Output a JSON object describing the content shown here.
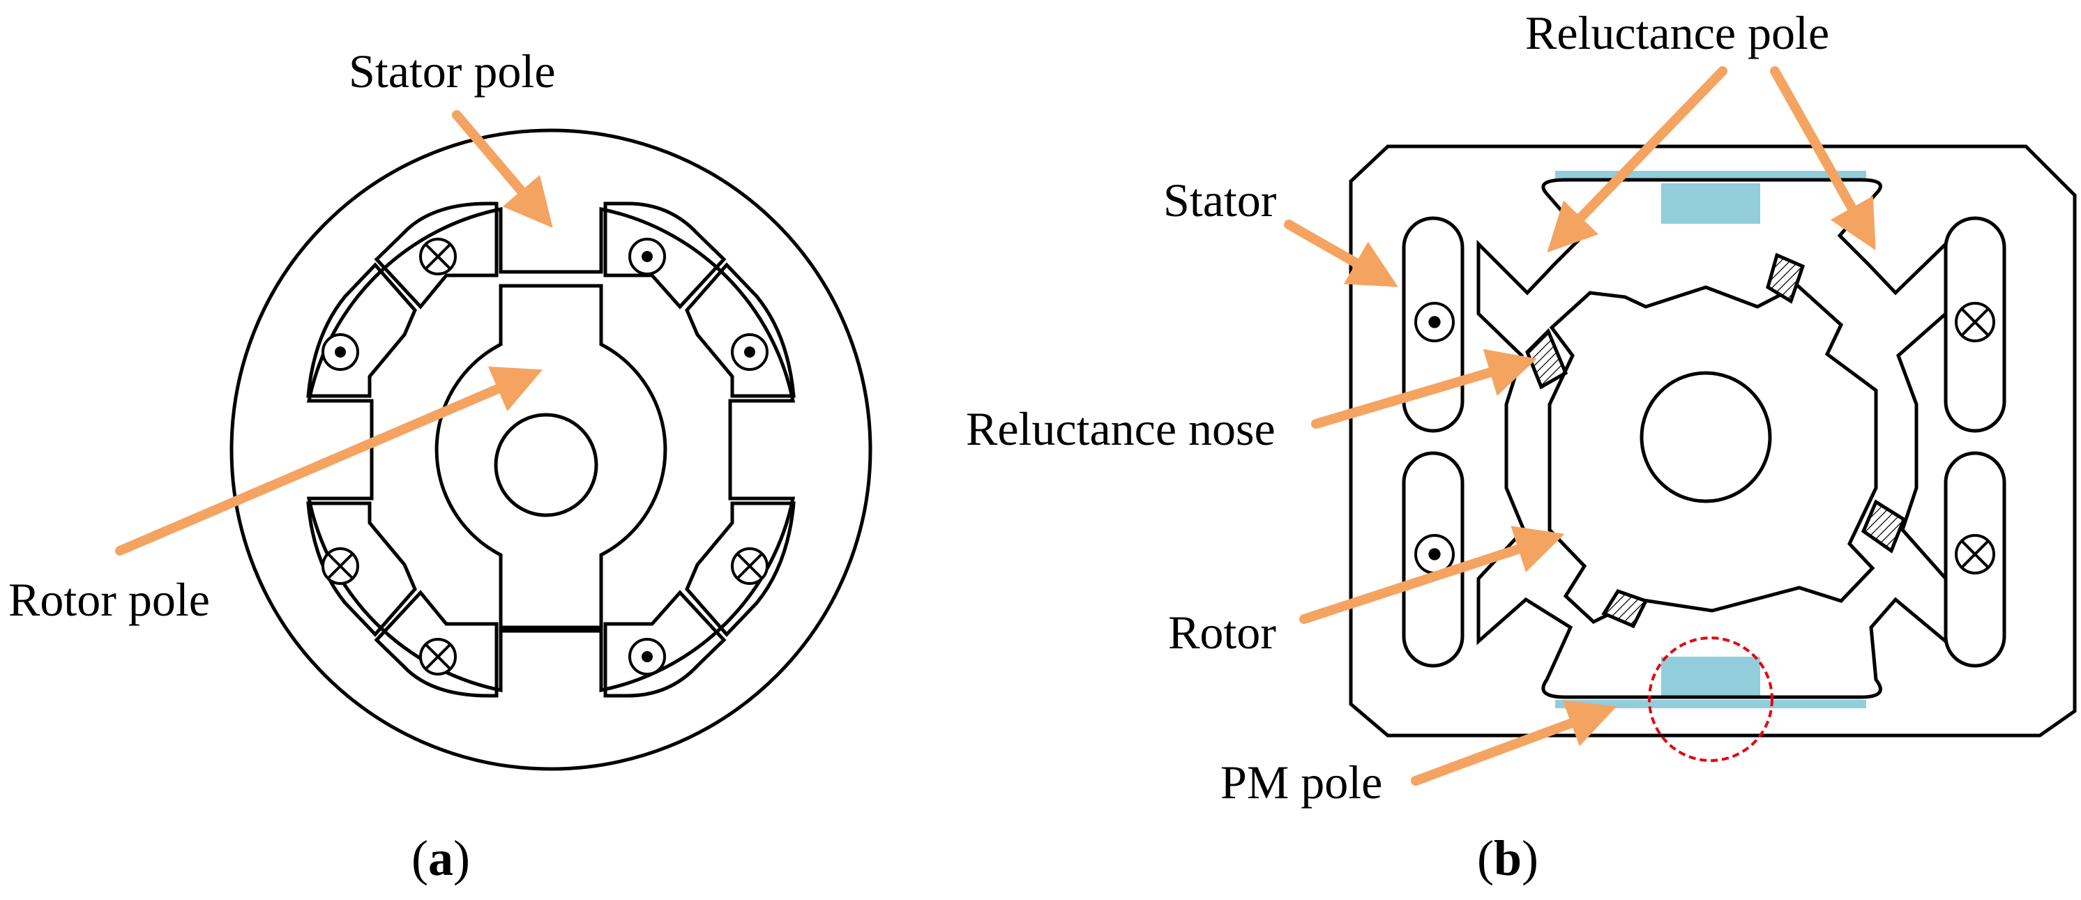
{
  "panel_a": {
    "caption_letter": "a",
    "labels": {
      "stator_pole": "Stator pole",
      "rotor_pole": "Rotor pole"
    },
    "coil_markers": [
      "cross",
      "dot",
      "dot",
      "dot",
      "cross",
      "cross",
      "cross",
      "dot"
    ]
  },
  "panel_b": {
    "caption_letter": "b",
    "labels": {
      "reluctance_pole": "Reluctance pole",
      "stator": "Stator",
      "reluctance_nose": "Reluctance nose",
      "rotor": "Rotor",
      "pm_pole": "PM pole"
    },
    "coil_markers": [
      "dot",
      "dot",
      "cross",
      "cross"
    ]
  },
  "colors": {
    "arrow": "#F4A460",
    "magnet": "#92CDDC",
    "highlight_circle": "#E8000B",
    "line": "#000000"
  }
}
